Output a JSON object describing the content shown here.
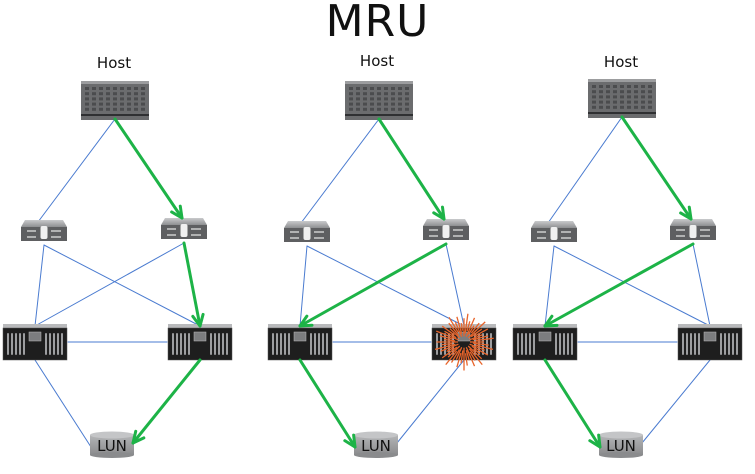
{
  "title": "MRU",
  "colors": {
    "active_path": "#1db347",
    "standby_link": "#4a7bd0",
    "failure_burst": "#e8642a",
    "device_gray": "#6b6c6e",
    "array_dark": "#1e1e1e",
    "lun_gray": "#9a9b9d"
  },
  "panels": [
    {
      "id": "panel-1",
      "host_label": "Host",
      "lun_label": "LUN",
      "failed_array": null,
      "active_path": [
        "host",
        "switch-right",
        "array-right",
        "lun"
      ]
    },
    {
      "id": "panel-2",
      "host_label": "Host",
      "lun_label": "LUN",
      "failed_array": "array-right",
      "active_path": [
        "host",
        "switch-right",
        "array-left",
        "lun"
      ]
    },
    {
      "id": "panel-3",
      "host_label": "Host",
      "lun_label": "LUN",
      "failed_array": null,
      "active_path": [
        "host",
        "switch-right",
        "array-left",
        "lun"
      ]
    }
  ]
}
